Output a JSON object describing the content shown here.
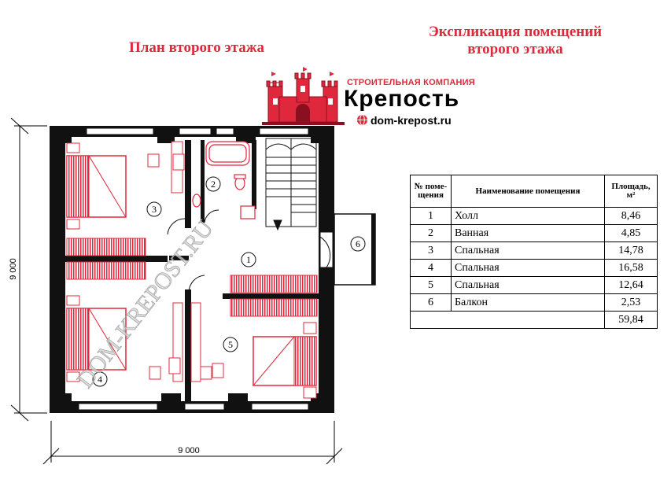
{
  "plan_title": "План второго этажа",
  "explication_title": "Экспликация помещений второго этажа",
  "logo": {
    "subtitle": "СТРОИТЕЛЬНАЯ КОМПАНИЯ",
    "name": "Крепость",
    "url": "dom-krepost.ru"
  },
  "watermark": "DOM-KREPOST.RU",
  "dimensions": {
    "width_label": "9 000",
    "height_label": "9 000"
  },
  "room_markers": [
    "1",
    "2",
    "3",
    "4",
    "5",
    "6"
  ],
  "table": {
    "headers": {
      "num": "№ поме-щения",
      "name": "Наименование помещения",
      "area": "Площадь, м²"
    },
    "rows": [
      {
        "num": "1",
        "name": "Холл",
        "area": "8,46"
      },
      {
        "num": "2",
        "name": "Ванная",
        "area": "4,85"
      },
      {
        "num": "3",
        "name": "Спальная",
        "area": "14,78"
      },
      {
        "num": "4",
        "name": "Спальная",
        "area": "16,58"
      },
      {
        "num": "5",
        "name": "Спальная",
        "area": "12,64"
      },
      {
        "num": "6",
        "name": "Балкон",
        "area": "2,53"
      }
    ],
    "total": "59,84"
  },
  "colors": {
    "accent": "#e0283c",
    "wall": "#111111"
  }
}
